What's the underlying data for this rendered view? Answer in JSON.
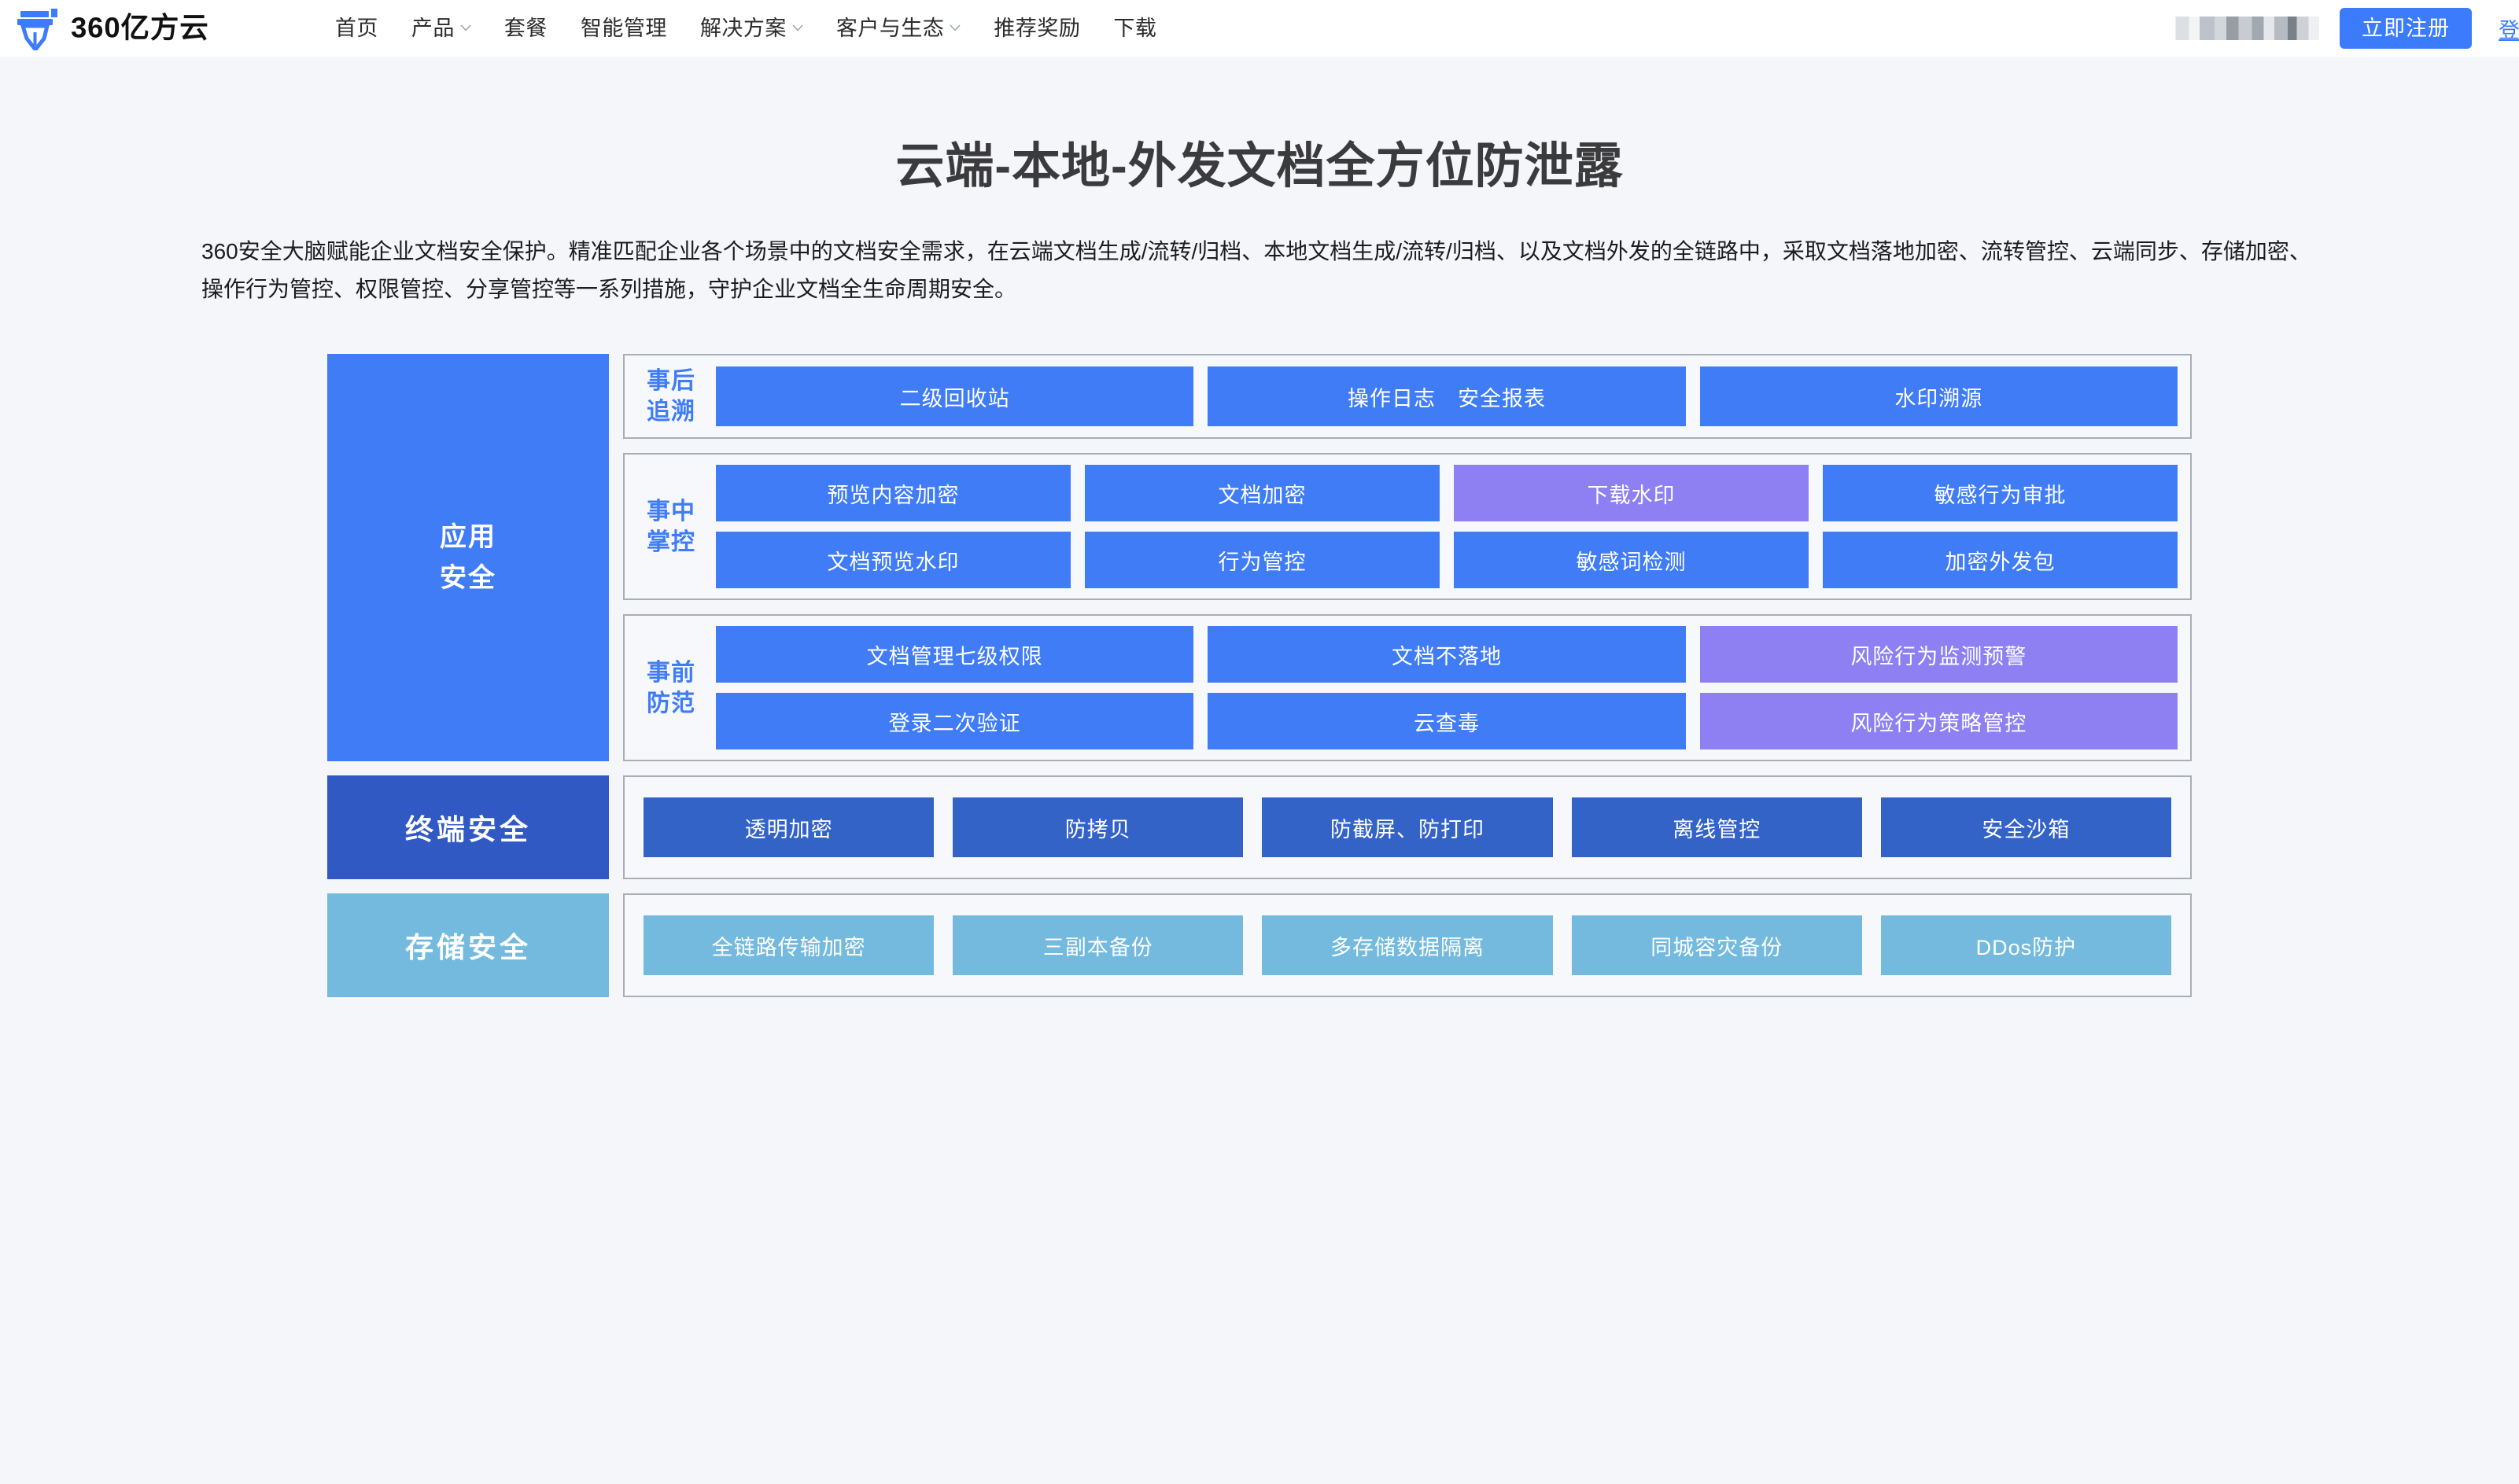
{
  "header": {
    "brand_name": "360亿方云",
    "brand_color": "#3d7bfd",
    "nav": [
      {
        "label": "首页",
        "has_caret": false
      },
      {
        "label": "产品",
        "has_caret": true
      },
      {
        "label": "套餐",
        "has_caret": false
      },
      {
        "label": "智能管理",
        "has_caret": false
      },
      {
        "label": "解决方案",
        "has_caret": true
      },
      {
        "label": "客户与生态",
        "has_caret": true
      },
      {
        "label": "推荐奖励",
        "has_caret": false
      },
      {
        "label": "下载",
        "has_caret": false
      }
    ],
    "redacted_text": "",
    "register_label": "立即注册",
    "login_label": "登录"
  },
  "hero": {
    "title": "云端-本地-外发文档全方位防泄露",
    "description": "360安全大脑赋能企业文档安全保护。精准匹配企业各个场景中的文档安全需求，在云端文档生成/流转/归档、本地文档生成/流转/归档、以及文档外发的全链路中，采取文档落地加密、流转管控、云端同步、存储加密、操作行为管控、权限管控、分享管控等一系列措施，守护企业文档全生命周期安全。"
  },
  "diagram": {
    "bands": [
      {
        "label": "应用\n安全",
        "label_color": "#3f7cf6",
        "groups": [
          {
            "label": "事后\n追溯",
            "rows": [
              [
                {
                  "text": "二级回收站",
                  "color": "blue"
                },
                {
                  "text": "操作日志　安全报表",
                  "color": "blue"
                },
                {
                  "text": "水印溯源",
                  "color": "blue"
                }
              ]
            ]
          },
          {
            "label": "事中\n掌控",
            "rows": [
              [
                {
                  "text": "预览内容加密",
                  "color": "blue"
                },
                {
                  "text": "文档加密",
                  "color": "blue"
                },
                {
                  "text": "下载水印",
                  "color": "purple"
                },
                {
                  "text": "敏感行为审批",
                  "color": "blue"
                }
              ],
              [
                {
                  "text": "文档预览水印",
                  "color": "blue"
                },
                {
                  "text": "行为管控",
                  "color": "blue"
                },
                {
                  "text": "敏感词检测",
                  "color": "blue"
                },
                {
                  "text": "加密外发包",
                  "color": "blue"
                }
              ]
            ]
          },
          {
            "label": "事前\n防范",
            "rows": [
              [
                {
                  "text": "文档管理七级权限",
                  "color": "blue"
                },
                {
                  "text": "文档不落地",
                  "color": "blue"
                },
                {
                  "text": "风险行为监测预警",
                  "color": "purple"
                }
              ],
              [
                {
                  "text": "登录二次验证",
                  "color": "blue"
                },
                {
                  "text": "云查毒",
                  "color": "blue"
                },
                {
                  "text": "风险行为策略管控",
                  "color": "purple"
                }
              ]
            ]
          }
        ]
      },
      {
        "label": "终端安全",
        "label_color": "#3159c4",
        "tiles": [
          "透明加密",
          "防拷贝",
          "防截屏、防打印",
          "离线管控",
          "安全沙箱"
        ]
      },
      {
        "label": "存储安全",
        "label_color": "#74bade",
        "tiles": [
          "全链路传输加密",
          "三副本备份",
          "多存储数据隔离",
          "同城容灾备份",
          "DDos防护"
        ]
      }
    ]
  }
}
